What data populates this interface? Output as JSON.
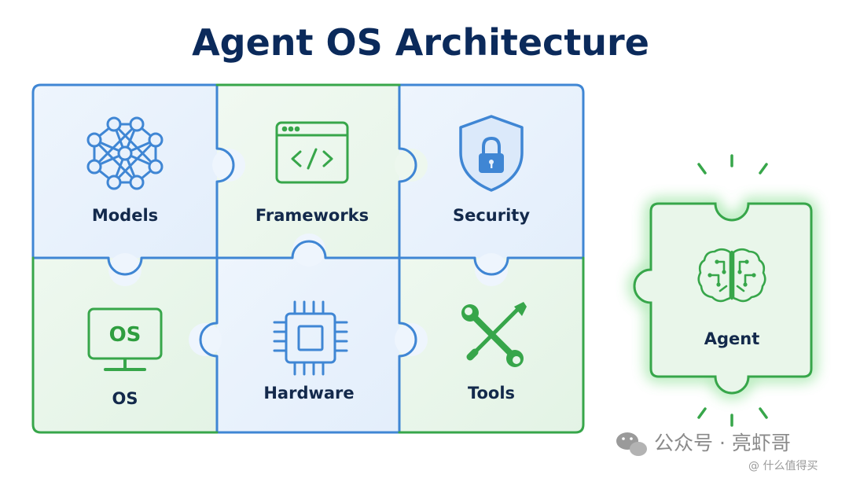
{
  "title": "Agent OS Architecture",
  "pieces": [
    {
      "label": "Models",
      "icon": "neural-network-icon"
    },
    {
      "label": "Frameworks",
      "icon": "code-window-icon"
    },
    {
      "label": "Security",
      "icon": "shield-lock-icon"
    },
    {
      "label": "OS",
      "icon": "monitor-icon",
      "screen_text": "OS"
    },
    {
      "label": "Hardware",
      "icon": "chip-icon"
    },
    {
      "label": "Tools",
      "icon": "wrench-screwdriver-icon"
    }
  ],
  "agent": {
    "label": "Agent",
    "icon": "brain-circuit-icon"
  },
  "watermark": {
    "text": "公众号 · 亮虾哥",
    "sub": "@ 什么值得买"
  },
  "colors": {
    "blue": "#3f86d4",
    "green": "#37a64a",
    "title": "#0b2a5b",
    "label": "#13294b",
    "blue_fill": "#e8f1fc",
    "green_fill": "#e9f6ea"
  }
}
